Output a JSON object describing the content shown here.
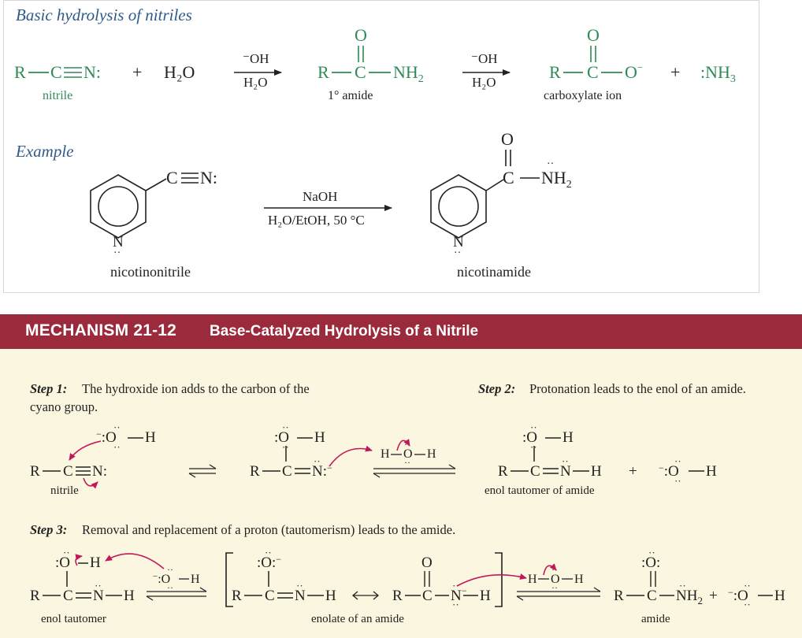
{
  "section_title": "Basic hydrolysis of nitriles",
  "example_title": "Example",
  "reaction": {
    "reactant": "R—C≡N:",
    "plus1": "+",
    "water": "H₂O",
    "reagent_top": "⁻OH",
    "reagent_bottom": "H₂O",
    "nitrile_label": "nitrile",
    "amide_label": "1° amide",
    "carboxylate_label": "carboxylate ion",
    "plus2": "+",
    "ammonia": ":NH₃"
  },
  "example": {
    "reagent_top": "NaOH",
    "reagent_bottom": "H₂O/EtOH, 50 °C",
    "reactant_label": "nicotinonitrile",
    "product_label": "nicotinamide"
  },
  "mechanism": {
    "code": "MECHANISM 21-12",
    "title": "Base-Catalyzed Hydrolysis of a Nitrile",
    "step1_label": "Step 1:",
    "step1_text_a": "The hydroxide ion adds to the carbon of the",
    "step1_text_b": "cyano group.",
    "step2_label": "Step 2:",
    "step2_text": "Protonation leads to the enol of an amide.",
    "step3_label": "Step 3:",
    "step3_text": "Removal and replacement of a proton (tautomerism) leads to the amide.",
    "labels": {
      "nitrile": "nitrile",
      "enol_tautomer_of_amide": "enol tautomer of amide",
      "enol_tautomer": "enol tautomer",
      "enolate": "enolate of an amide",
      "amide": "amide"
    }
  },
  "colors": {
    "header_bg": "#9b2a3c",
    "mech_bg": "#fbf6df",
    "title_blue": "#2f5a8a",
    "green": "#2e8b57",
    "arrow_magenta": "#c2185b"
  }
}
